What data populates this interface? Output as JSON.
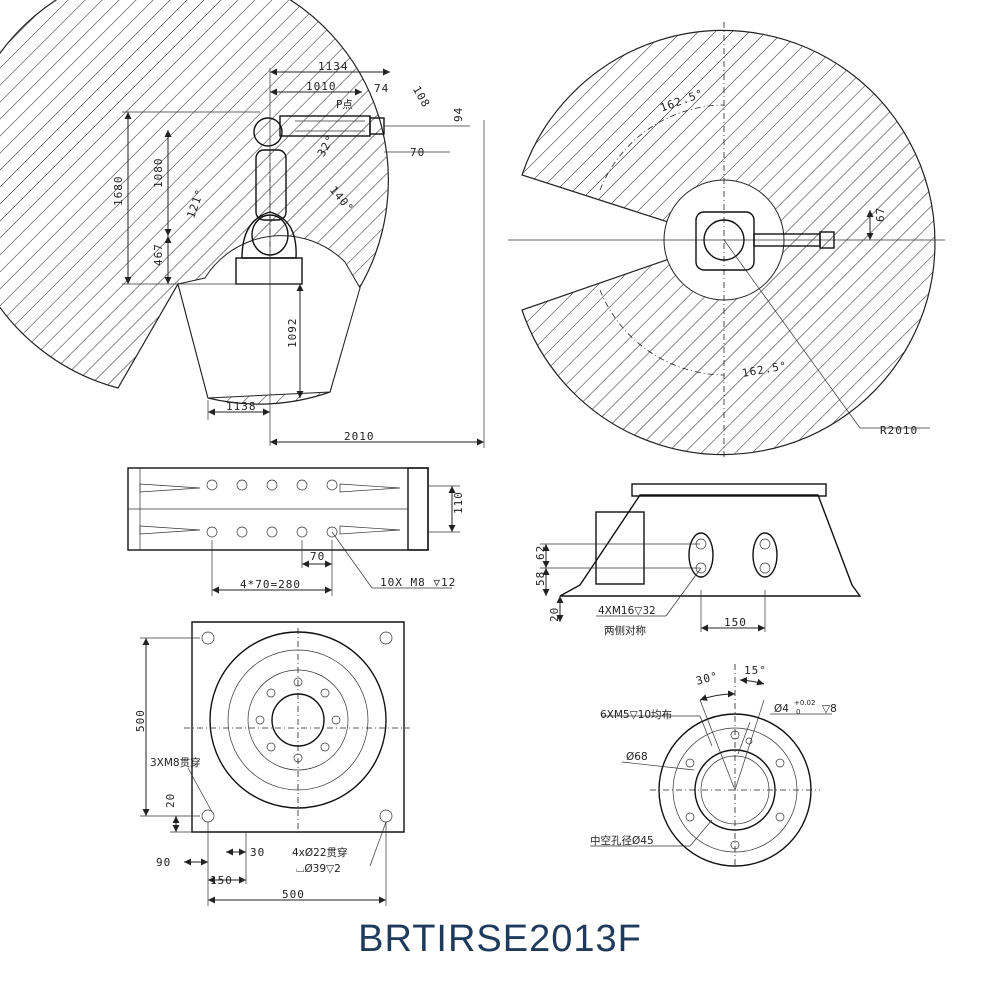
{
  "model_name": "BRTIRSE2013F",
  "colors": {
    "line": "#222222",
    "title": "#1f3b5c",
    "background": "#ffffff"
  },
  "side_view": {
    "dims": [
      "1134",
      "1010",
      "74",
      "108",
      "94",
      "70",
      "1680",
      "1080",
      "467",
      "1092",
      "1138",
      "2010"
    ],
    "angles": [
      "121°",
      "32°",
      "140°"
    ],
    "point_label": "P点"
  },
  "top_view": {
    "angles": [
      "162.5°",
      "162.5°"
    ],
    "offset": "67",
    "radius": "R2010"
  },
  "arm_view": {
    "dims": [
      "110",
      "70",
      "4*70=280"
    ],
    "note": "10X M8 ▽12"
  },
  "base_side_view": {
    "dims": [
      "62",
      "58",
      "20",
      "150"
    ],
    "note1": "4XM16▽32",
    "note2": "两侧对称"
  },
  "base_top_view": {
    "dims": [
      "500",
      "20",
      "90",
      "30",
      "150",
      "500"
    ],
    "note_m8": "3XM8贯穿",
    "note_hole": "4xØ22贯穿",
    "note_cbore": "⌴Ø39▽2"
  },
  "flange_view": {
    "angles": [
      "30°",
      "15°"
    ],
    "note_holes": "6XM5▽10均布",
    "note_pin": "Ø4",
    "note_pin_tol": "+0.02",
    "note_pin_tol2": "0",
    "note_pin_depth": "▽8",
    "dim_pcd": "Ø68",
    "note_hollow": "中空孔径Ø45"
  }
}
